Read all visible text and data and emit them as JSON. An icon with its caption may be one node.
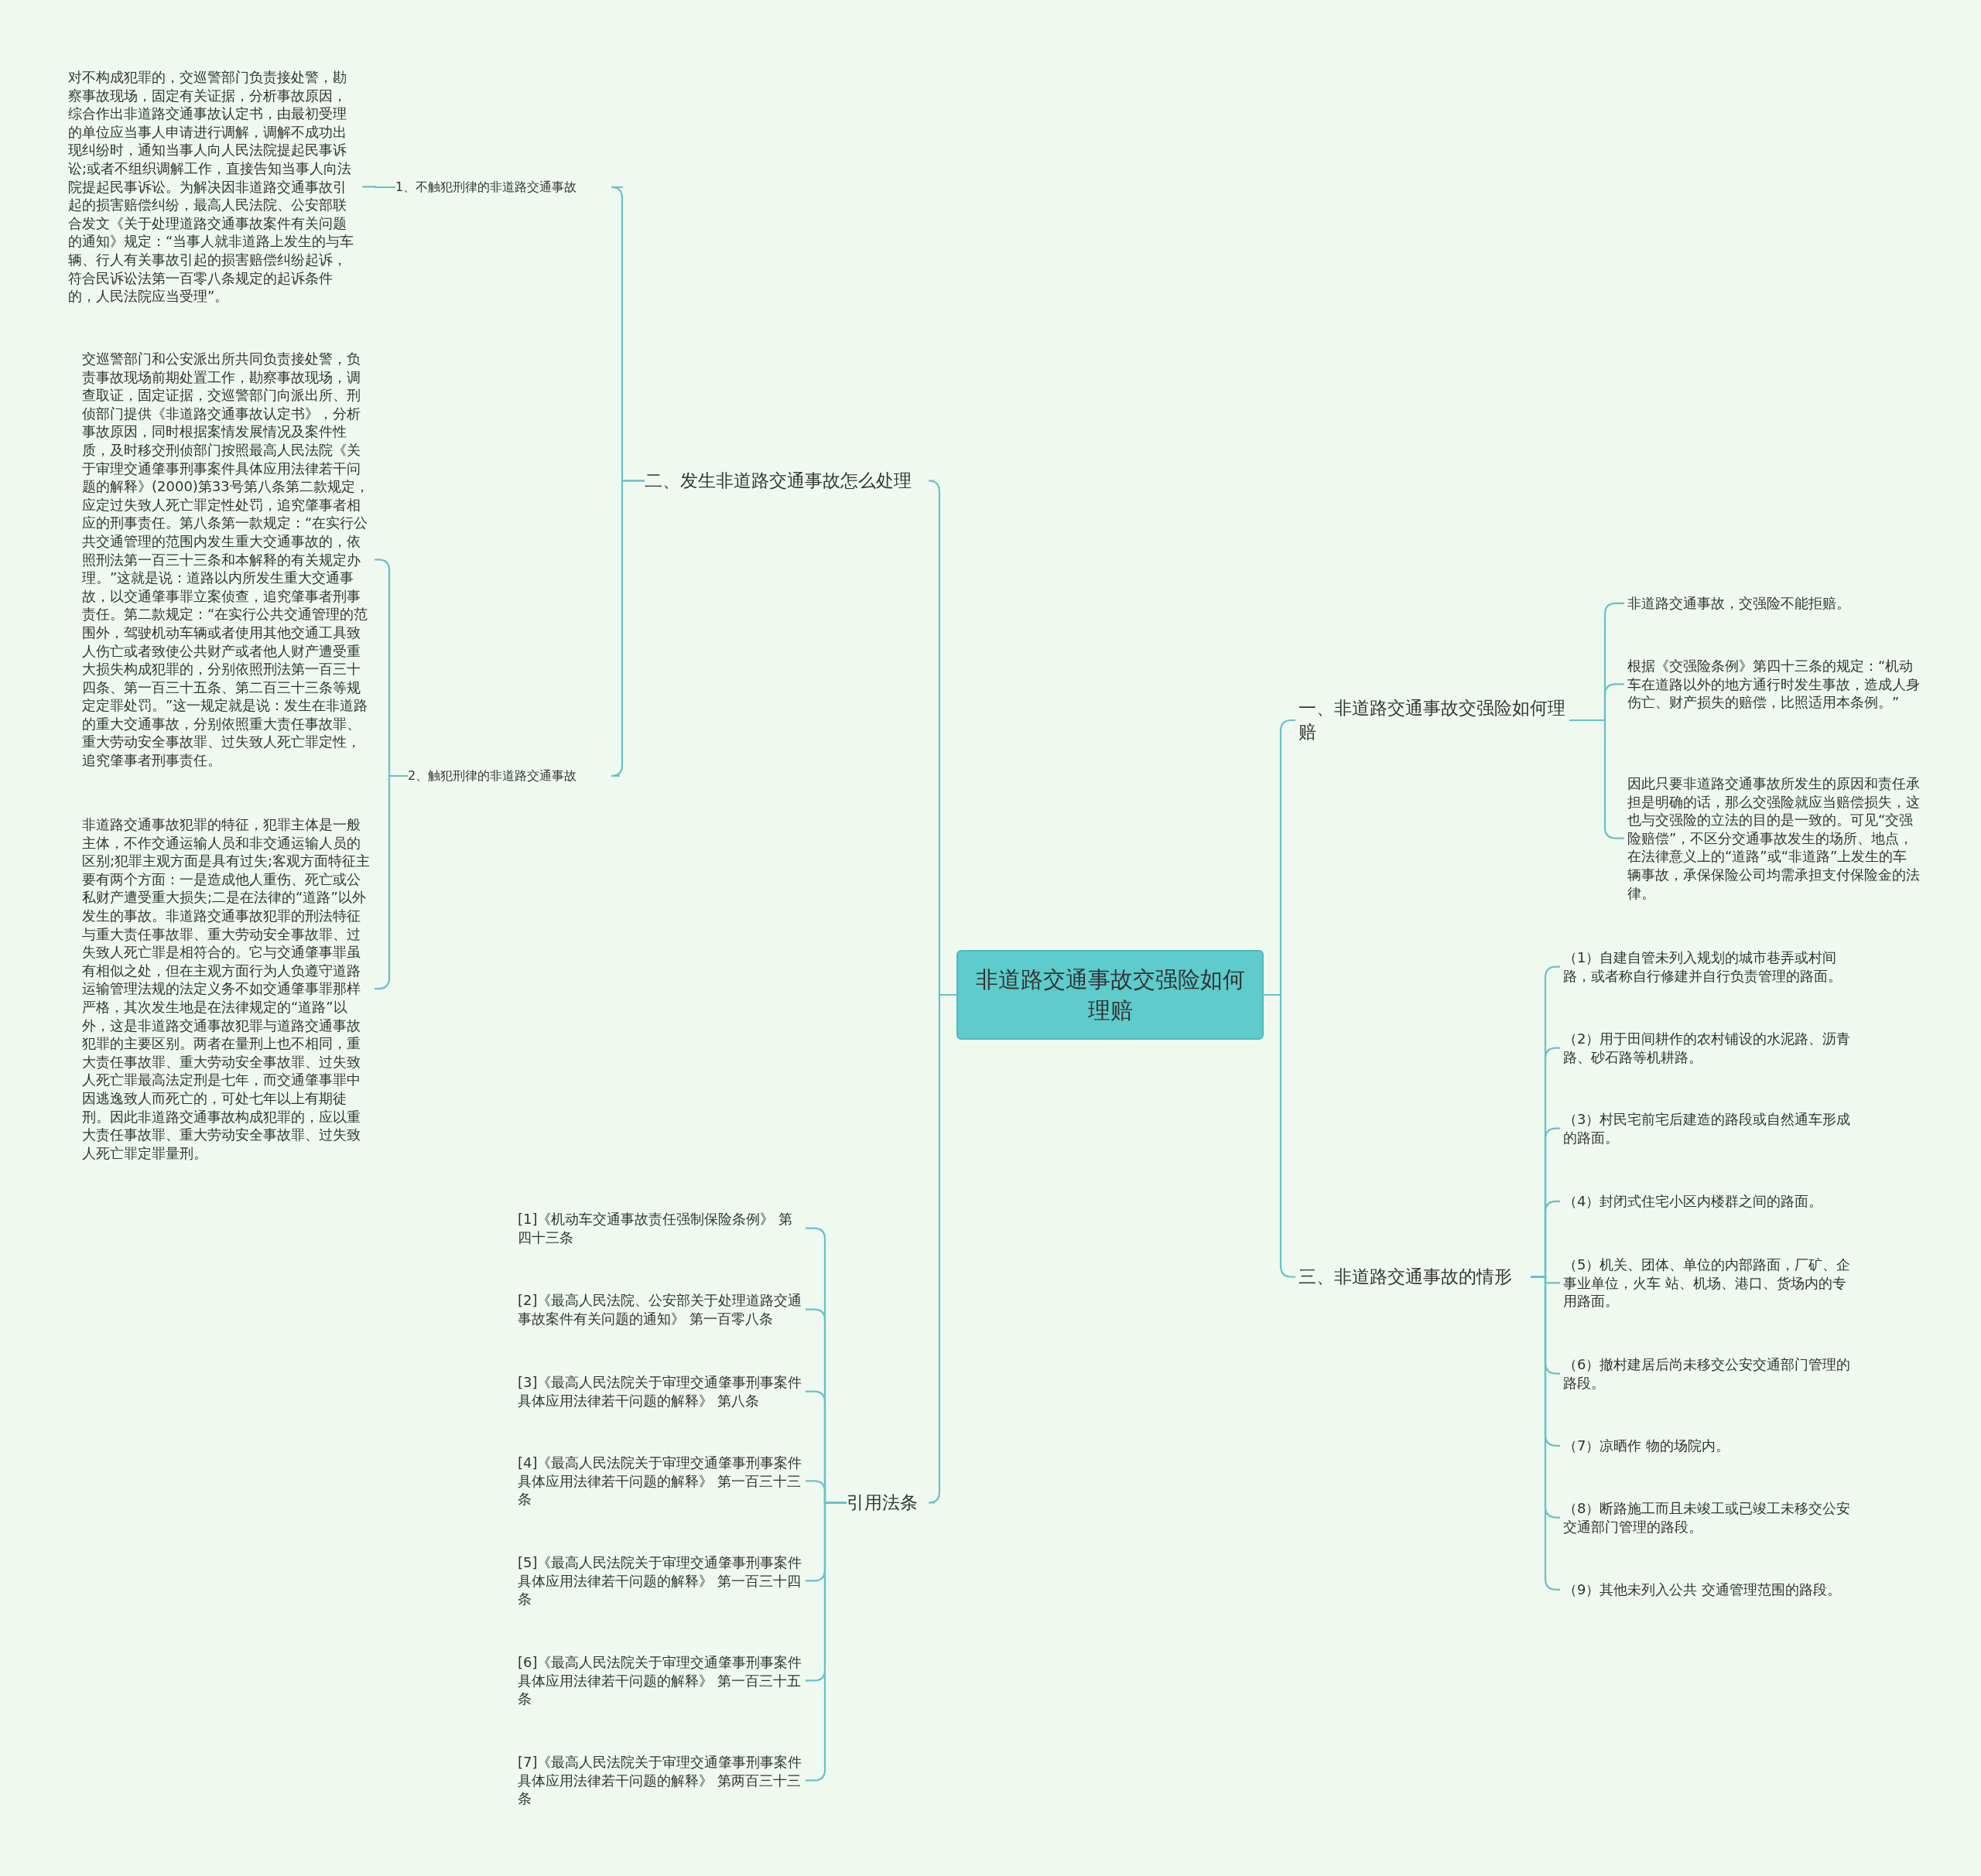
{
  "diagram": {
    "nodes": [
      {
        "text": [
          "非道路交通事故交强险如何理赔"
        ]
      },
      {
        "text": [
          "二、发生非道路交通事故怎么处理"
        ]
      },
      {
        "text": [
          "1、不触犯刑律的非道路交通事故"
        ]
      },
      {
        "text": [
          "对不构成犯罪的，交巡警部门负责接处警，勘察事故现场，固定有关证据，分析事故原因，综合作出非道路交通事故认定书，由最初受理的单位应当事人申请进行调解，调解不成功出现纠纷时，通知当事人向人民法院提起民事诉讼;或者不组织调解工作，直接告知当事人向法院提起民事诉讼。为解决因非道路交通事故引起的损害赔偿纠纷，最高人民法院、公安部联合发文《关于处理道路交通事故案件有关问题的通知》规定：“当事人就非道路上发生的与车辆、行人有关事故引起的损害赔偿纠纷起诉，符合民诉讼法第一百零八条规定的起诉条件的，人民法院应当受理”。"
        ]
      },
      {
        "text": [
          "2、触犯刑律的非道路交通事故"
        ]
      },
      {
        "text": [
          "交巡警部门和公安派出所共同负责接处警，负责事故现场前期处置工作，勘察事故现场，调查取证，固定证据，交巡警部门向派出所、刑侦部门提供《非道路交通事故认定书》，分析事故原因，同时根据案情发展情况及案件性质，及时移交刑侦部门按照最高人民法院《关于审理交通肇事刑事案件具体应用法律若干问题的解释》(2000)第33号第八条第二款规定，应定过失致人死亡罪定性处罚，追究肇事者相应的刑事责任。第八条第一款规定：“在实行公共交通管理的范围内发生重大交通事故的，依照刑法第一百三十三条和本解释的有关规定办理。”这就是说：道路以内所发生重大交通事故，以交通肇事罪立案侦查，追究肇事者刑事责任。第二款规定：“在实行公共交通管理的范围外，驾驶机动车辆或者使用其他交通工具致人伤亡或者致使公共财产或者他人财产遭受重大损失构成犯罪的，分别依照刑法第一百三十四条、第一百三十五条、第二百三十三条等规定定罪处罚。”这一规定就是说：发生在非道路的重大交通事故，分别依照重大责任事故罪、重大劳动安全事故罪、过失致人死亡罪定性，追究肇事者刑事责任。"
        ]
      },
      {
        "text": [
          "非道路交通事故犯罪的特征，犯罪主体是一般主体，不作交通运输人员和非交通运输人员的区别;犯罪主观方面是具有过失;客观方面特征主要有两个方面：一是造成他人重伤、死亡或公私财产遭受重大损失;二是在法律的“道路”以外发生的事故。非道路交通事故犯罪的刑法特征与重大责任事故罪、重大劳动安全事故罪、过失致人死亡罪是相符合的。它与交通肇事罪虽有相似之处，但在主观方面行为人负遵守道路运输管理法规的法定义务不如交通肇事罪那样严格，其次发生地是在法律规定的“道路”以外，这是非道路交通事故犯罪与道路交通事故犯罪的主要区别。两者在量刑上也不相同，重大责任事故罪、重大劳动安全事故罪、过失致人死亡罪最高法定刑是七年，而交通肇事罪中因逃逸致人而死亡的，可处七年以上有期徒刑。因此非道路交通事故构成犯罪的，应以重大责任事故罪、重大劳动安全事故罪、过失致人死亡罪定罪量刑。"
        ]
      },
      {
        "text": [
          "引用法条"
        ]
      },
      {
        "text": [
          "[1]《机动车交通事故责任强制保险条例》 第四十三条"
        ]
      },
      {
        "text": [
          "[2]《最高人民法院、公安部关于处理道路交通事故案件有关问题的通知》 第一百零八条"
        ]
      },
      {
        "text": [
          "[3]《最高人民法院关于审理交通肇事刑事案件具体应用法律若干问题的解释》 第八条"
        ]
      },
      {
        "text": [
          "[4]《最高人民法院关于审理交通肇事刑事案件具体应用法律若干问题的解释》 第一百三十三条"
        ]
      },
      {
        "text": [
          "[5]《最高人民法院关于审理交通肇事刑事案件具体应用法律若干问题的解释》 第一百三十四条"
        ]
      },
      {
        "text": [
          "[6]《最高人民法院关于审理交通肇事刑事案件具体应用法律若干问题的解释》 第一百三十五条"
        ]
      },
      {
        "text": [
          "[7]《最高人民法院关于审理交通肇事刑事案件具体应用法律若干问题的解释》 第两百三十三条"
        ]
      },
      {
        "text": [
          "一、非道路交通事故交强险如何理赔"
        ]
      },
      {
        "text": [
          "非道路交通事故，交强险不能拒赔。"
        ]
      },
      {
        "text": [
          "根据《交强险条例》第四十三条的规定：“机动车在道路以外的地方通行时发生事故，造成人身伤亡、财产损失的赔偿，比照适用本条例。”"
        ]
      },
      {
        "text": [
          "因此只要非道路交通事故所发生的原因和责任承担是明确的话，那么交强险就应当赔偿损失，这也与交强险的立法的目的是一致的。可见“交强险赔偿”，不区分交通事故发生的场所、地点，在法律意义上的“道路”或“非道路”上发生的车辆事故，承保保险公司均需承担支付保险金的法律。"
        ]
      },
      {
        "text": [
          "三、非道路交通事故的情形"
        ]
      },
      {
        "text": [
          "（1）自建自管未列入规划的城市巷弄或村间路，或者称自行修建并自行负责管理的路面。"
        ]
      },
      {
        "text": [
          "（2）用于田间耕作的农村铺设的水泥路、沥青路、砂石路等机耕路。"
        ]
      },
      {
        "text": [
          "（3）村民宅前宅后建造的路段或自然通车形成的路面。"
        ]
      },
      {
        "text": [
          "（4）封闭式住宅小区内楼群之间的路面。"
        ]
      },
      {
        "text": [
          "（5）机关、团体、单位的内部路面，厂矿、企事业单位，火车 站、机场、港口、货场内的专用路面。"
        ]
      },
      {
        "text": [
          "（6）撤村建居后尚未移交公安交通部门管理的路段。"
        ]
      },
      {
        "text": [
          "（7）凉晒作 物的场院内。"
        ]
      },
      {
        "text": [
          "（8）断路施工而且未竣工或已竣工未移交公安交通部门管理的路段。"
        ]
      },
      {
        "text": [
          "（9）其他未列入公共 交通管理范围的路段。"
        ]
      }
    ],
    "edges": [
      {
        "from": 0,
        "to": 1,
        "arrow": "none"
      },
      {
        "from": 1,
        "to": 2,
        "arrow": "none"
      },
      {
        "from": 2,
        "to": 3,
        "arrow": "none"
      },
      {
        "from": 1,
        "to": 4,
        "arrow": "none"
      },
      {
        "from": 4,
        "to": 5,
        "arrow": "none"
      },
      {
        "from": 4,
        "to": 6,
        "arrow": "none"
      },
      {
        "from": 0,
        "to": 7,
        "arrow": "none"
      },
      {
        "from": 7,
        "to": 8,
        "arrow": "none"
      },
      {
        "from": 7,
        "to": 9,
        "arrow": "none"
      },
      {
        "from": 7,
        "to": 10,
        "arrow": "none"
      },
      {
        "from": 7,
        "to": 11,
        "arrow": "none"
      },
      {
        "from": 7,
        "to": 12,
        "arrow": "none"
      },
      {
        "from": 7,
        "to": 13,
        "arrow": "none"
      },
      {
        "from": 7,
        "to": 14,
        "arrow": "none"
      },
      {
        "from": 0,
        "to": 15,
        "arrow": "none"
      },
      {
        "from": 15,
        "to": 16,
        "arrow": "none"
      },
      {
        "from": 15,
        "to": 17,
        "arrow": "none"
      },
      {
        "from": 15,
        "to": 18,
        "arrow": "none"
      },
      {
        "from": 0,
        "to": 19,
        "arrow": "none"
      },
      {
        "from": 19,
        "to": 20,
        "arrow": "none"
      },
      {
        "from": 19,
        "to": 21,
        "arrow": "none"
      },
      {
        "from": 19,
        "to": 22,
        "arrow": "none"
      },
      {
        "from": 19,
        "to": 23,
        "arrow": "none"
      },
      {
        "from": 19,
        "to": 24,
        "arrow": "none"
      },
      {
        "from": 19,
        "to": 25,
        "arrow": "none"
      },
      {
        "from": 19,
        "to": 26,
        "arrow": "none"
      },
      {
        "from": 19,
        "to": 27,
        "arrow": "none"
      },
      {
        "from": 19,
        "to": 28,
        "arrow": "none"
      }
    ]
  }
}
